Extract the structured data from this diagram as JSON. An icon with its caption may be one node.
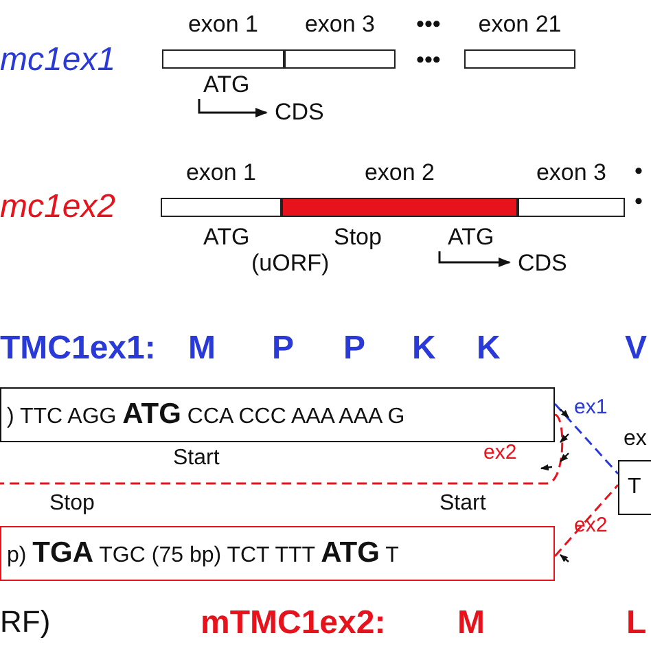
{
  "diagram": {
    "nodes": [
      {
        "text": [
          "exon 1"
        ]
      },
      {
        "text": [
          "exon 3"
        ]
      },
      {
        "text": [
          "exon 21"
        ]
      },
      {
        "text": [
          "exon 1"
        ]
      },
      {
        "text": [
          "exon 2"
        ]
      },
      {
        "text": [
          "exon 3"
        ]
      },
      {
        "text": [
          ") TTC AGG **ATG** CCA CCC AAA AAA G"
        ]
      },
      {
        "text": [
          "p) **TGA** TGC (75 bp) TCT TTT **ATG** T"
        ]
      },
      {
        "text": [
          "ex",
          "T"
        ]
      },
      {
        "text": [
          "ATG"
        ]
      },
      {
        "text": [
          "CDS"
        ]
      },
      {
        "text": [
          "ATG"
        ]
      },
      {
        "text": [
          "CDS"
        ]
      }
    ],
    "edges": [
      {
        "from": 9,
        "to": 10,
        "arrow": "to"
      },
      {
        "from": 11,
        "to": 12,
        "arrow": "to"
      },
      {
        "from": 6,
        "to": 8,
        "arrow": "none",
        "label": "ex1",
        "style": "dashed",
        "color": "#2a3ad8"
      },
      {
        "from": 6,
        "to": null,
        "arrow": "none",
        "label": "ex2",
        "style": "dashed",
        "color": "#e8121c"
      },
      {
        "from": 7,
        "to": 8,
        "arrow": "none",
        "label": "ex2",
        "style": "dashed",
        "color": "#e8121c"
      }
    ],
    "labels": [
      "•••",
      "mc1ex1",
      "•••",
      "•",
      "mc1ex2",
      "•",
      "ATG",
      "Stop",
      "(uORF)",
      "TMC1ex1:",
      "M",
      "P",
      "P",
      "K",
      "K",
      "V",
      "Start",
      "Stop",
      "Start",
      "RF)",
      "mTMC1ex2:",
      "M",
      "L"
    ]
  }
}
